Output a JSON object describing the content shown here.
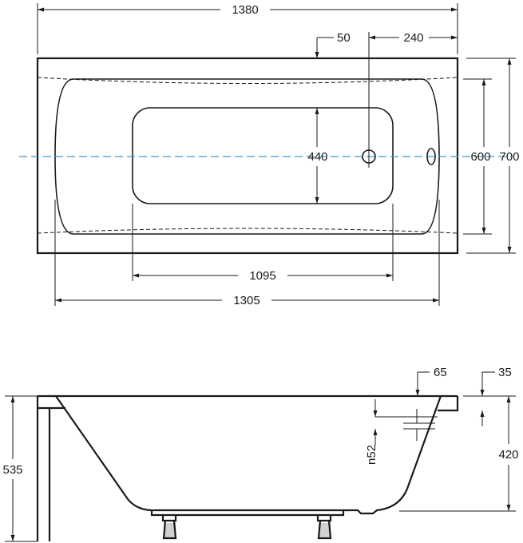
{
  "top_view": {
    "dim_overall_length": "1380",
    "dim_overflow_offset": "50",
    "dim_drain_offset": "240",
    "dim_inner_width": "440",
    "dim_basin_width": "600",
    "dim_overall_width": "700",
    "dim_floor_length": "1095",
    "dim_basin_length": "1305"
  },
  "side_view": {
    "dim_rim_offset": "65",
    "dim_rim_thickness": "35",
    "dim_drain_diameter": "n52",
    "dim_total_height": "535",
    "dim_depth": "420"
  },
  "colors": {
    "line": "#1a1a1a",
    "center_axis": "#3b9bd6"
  }
}
